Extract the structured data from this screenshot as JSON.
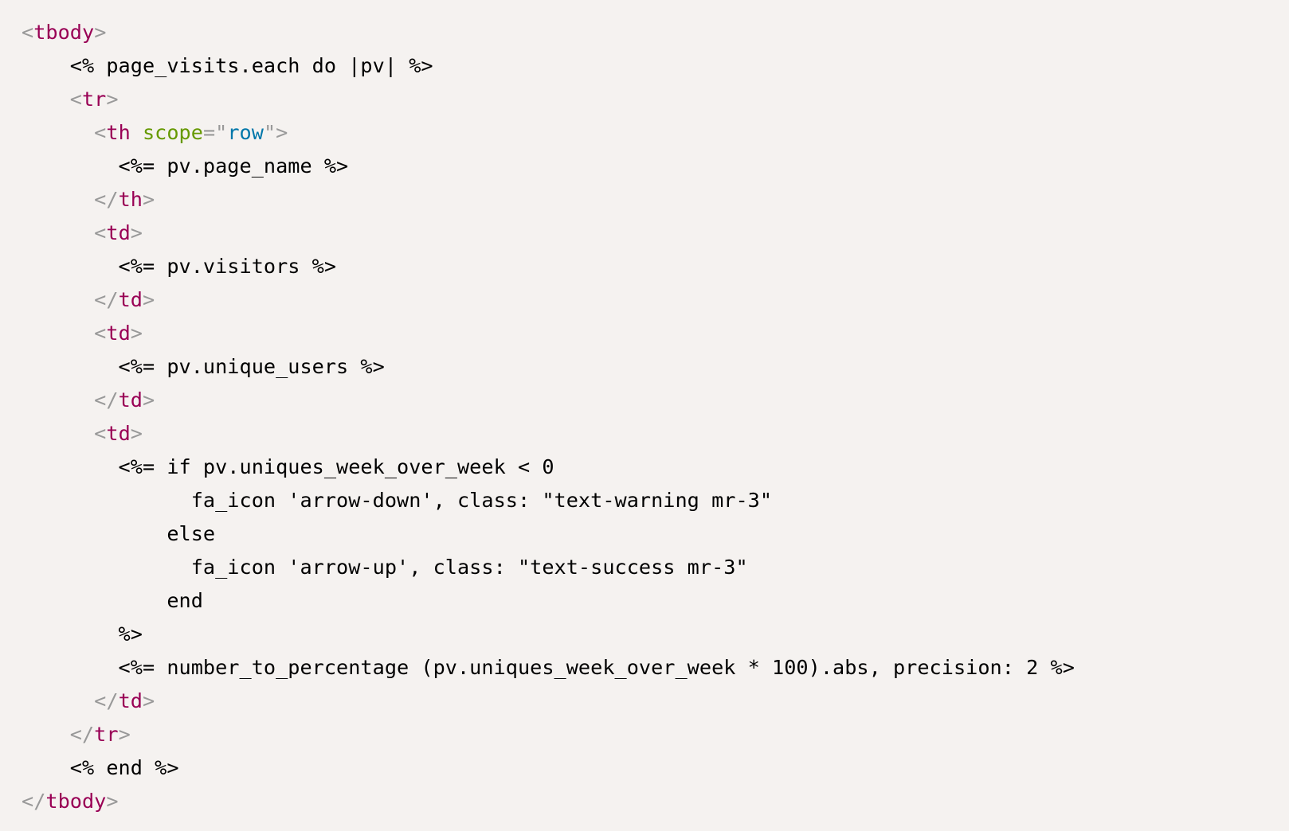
{
  "code": {
    "language": "erb",
    "colors": {
      "background": "#f5f2f0",
      "punctuation": "#999999",
      "tag": "#990055",
      "attr_name": "#669900",
      "attr_value": "#0077aa",
      "text": "#000000"
    },
    "lines": [
      [
        {
          "t": "punct",
          "v": "<"
        },
        {
          "t": "tag",
          "v": "tbody"
        },
        {
          "t": "punct",
          "v": ">"
        }
      ],
      [
        {
          "t": "text",
          "v": "    <% page_visits.each do |pv| %>"
        }
      ],
      [
        {
          "t": "text",
          "v": "    "
        },
        {
          "t": "punct",
          "v": "<"
        },
        {
          "t": "tag",
          "v": "tr"
        },
        {
          "t": "punct",
          "v": ">"
        }
      ],
      [
        {
          "t": "text",
          "v": "      "
        },
        {
          "t": "punct",
          "v": "<"
        },
        {
          "t": "tag",
          "v": "th"
        },
        {
          "t": "text",
          "v": " "
        },
        {
          "t": "attr",
          "v": "scope"
        },
        {
          "t": "punct",
          "v": "=\""
        },
        {
          "t": "val",
          "v": "row"
        },
        {
          "t": "punct",
          "v": "\">"
        }
      ],
      [
        {
          "t": "text",
          "v": "        <%= pv.page_name %>"
        }
      ],
      [
        {
          "t": "text",
          "v": "      "
        },
        {
          "t": "punct",
          "v": "</"
        },
        {
          "t": "tag",
          "v": "th"
        },
        {
          "t": "punct",
          "v": ">"
        }
      ],
      [
        {
          "t": "text",
          "v": "      "
        },
        {
          "t": "punct",
          "v": "<"
        },
        {
          "t": "tag",
          "v": "td"
        },
        {
          "t": "punct",
          "v": ">"
        }
      ],
      [
        {
          "t": "text",
          "v": "        <%= pv.visitors %>"
        }
      ],
      [
        {
          "t": "text",
          "v": "      "
        },
        {
          "t": "punct",
          "v": "</"
        },
        {
          "t": "tag",
          "v": "td"
        },
        {
          "t": "punct",
          "v": ">"
        }
      ],
      [
        {
          "t": "text",
          "v": "      "
        },
        {
          "t": "punct",
          "v": "<"
        },
        {
          "t": "tag",
          "v": "td"
        },
        {
          "t": "punct",
          "v": ">"
        }
      ],
      [
        {
          "t": "text",
          "v": "        <%= pv.unique_users %>"
        }
      ],
      [
        {
          "t": "text",
          "v": "      "
        },
        {
          "t": "punct",
          "v": "</"
        },
        {
          "t": "tag",
          "v": "td"
        },
        {
          "t": "punct",
          "v": ">"
        }
      ],
      [
        {
          "t": "text",
          "v": "      "
        },
        {
          "t": "punct",
          "v": "<"
        },
        {
          "t": "tag",
          "v": "td"
        },
        {
          "t": "punct",
          "v": ">"
        }
      ],
      [
        {
          "t": "text",
          "v": "        <%= if pv.uniques_week_over_week < 0"
        }
      ],
      [
        {
          "t": "text",
          "v": "              fa_icon 'arrow-down', class: \"text-warning mr-3\""
        }
      ],
      [
        {
          "t": "text",
          "v": "            else"
        }
      ],
      [
        {
          "t": "text",
          "v": "              fa_icon 'arrow-up', class: \"text-success mr-3\""
        }
      ],
      [
        {
          "t": "text",
          "v": "            end"
        }
      ],
      [
        {
          "t": "text",
          "v": "        %>"
        }
      ],
      [
        {
          "t": "text",
          "v": "        <%= number_to_percentage (pv.uniques_week_over_week * 100).abs, precision: 2 %>"
        }
      ],
      [
        {
          "t": "text",
          "v": "      "
        },
        {
          "t": "punct",
          "v": "</"
        },
        {
          "t": "tag",
          "v": "td"
        },
        {
          "t": "punct",
          "v": ">"
        }
      ],
      [
        {
          "t": "text",
          "v": "    "
        },
        {
          "t": "punct",
          "v": "</"
        },
        {
          "t": "tag",
          "v": "tr"
        },
        {
          "t": "punct",
          "v": ">"
        }
      ],
      [
        {
          "t": "text",
          "v": "    <% end %>"
        }
      ],
      [
        {
          "t": "punct",
          "v": "</"
        },
        {
          "t": "tag",
          "v": "tbody"
        },
        {
          "t": "punct",
          "v": ">"
        }
      ]
    ]
  }
}
